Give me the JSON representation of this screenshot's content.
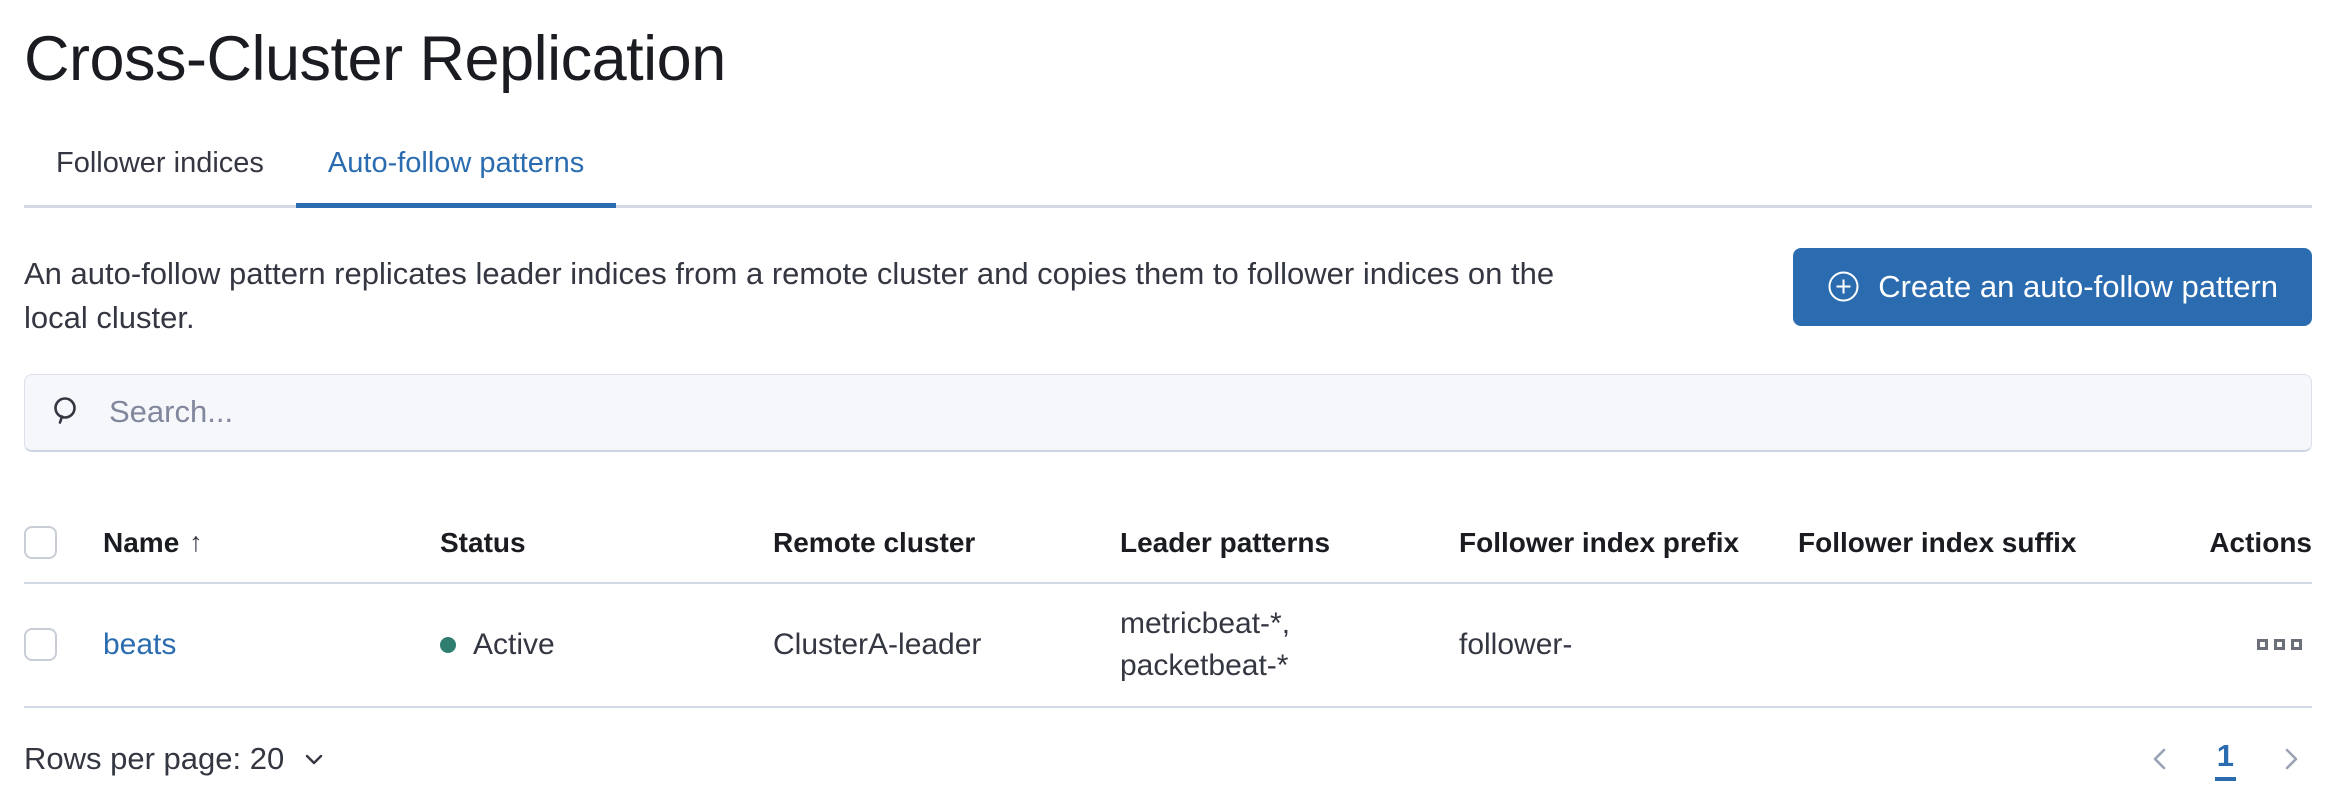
{
  "page": {
    "title": "Cross-Cluster Replication"
  },
  "tabs": [
    {
      "label": "Follower indices",
      "active": false
    },
    {
      "label": "Auto-follow patterns",
      "active": true
    }
  ],
  "intro": {
    "description_line1": "An auto-follow pattern replicates leader indices from a remote cluster and copies them to follower indices on the",
    "description_line2": "local cluster.",
    "create_button_label": "Create an auto-follow pattern"
  },
  "search": {
    "placeholder": "Search..."
  },
  "table": {
    "columns": [
      "Name",
      "Status",
      "Remote cluster",
      "Leader patterns",
      "Follower index prefix",
      "Follower index suffix",
      "Actions"
    ],
    "sort": {
      "column": "Name",
      "direction": "ascending"
    },
    "rows": [
      {
        "name": "beats",
        "status": "Active",
        "remote_cluster": "ClusterA-leader",
        "leader_patterns_line1": "metricbeat-*,",
        "leader_patterns_line2": "packetbeat-*",
        "follower_index_prefix": "follower-",
        "follower_index_suffix": ""
      }
    ]
  },
  "footer": {
    "rows_per_page_label": "Rows per page: 20",
    "current_page": "1"
  },
  "icons": {
    "sort_ascending": "↑"
  },
  "colors": {
    "primary": "#2b6cb0",
    "status_active_dot": "#2e7d6f",
    "divider": "#d3dae6",
    "text": "#343741",
    "title_text": "#1a1c21",
    "placeholder_text": "#81879c",
    "search_background": "#f5f7fb",
    "pagination_arrow": "#9aa3b5"
  }
}
